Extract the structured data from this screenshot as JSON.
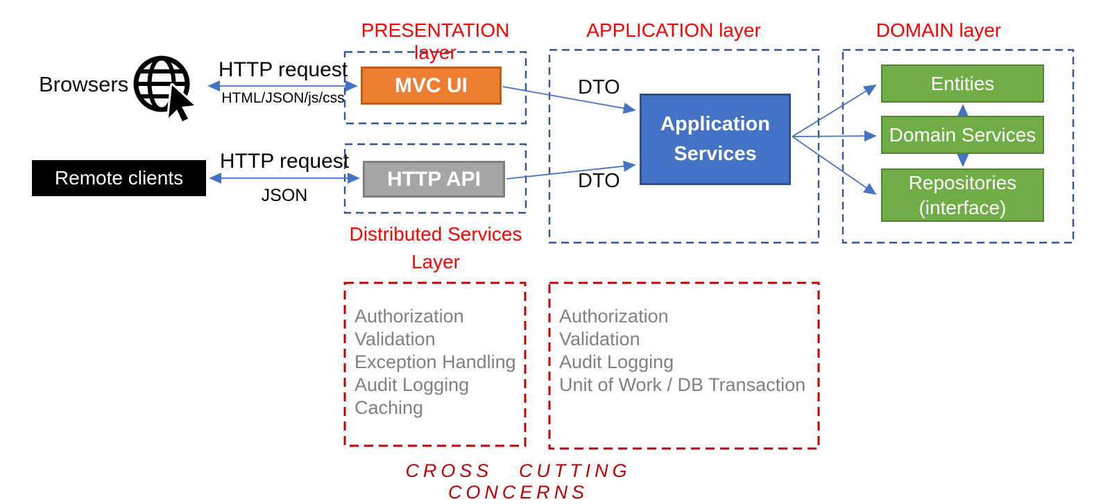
{
  "diagram": {
    "clients": {
      "browsers": "Browsers",
      "remote_clients": "Remote clients"
    },
    "flows": {
      "browser_request": "HTTP request",
      "browser_payload": "HTML/JSON/js/css",
      "remote_request": "HTTP request",
      "remote_payload": "JSON",
      "dto_top": "DTO",
      "dto_bottom": "DTO"
    },
    "presentation": {
      "title": "PRESENTATION layer",
      "component": "MVC UI"
    },
    "distributed": {
      "title": "Distributed Services\nLayer",
      "component": "HTTP API"
    },
    "application": {
      "title": "APPLICATION layer",
      "component": "Application\nServices"
    },
    "domain": {
      "title": "DOMAIN layer",
      "components": [
        "Entities",
        "Domain Services",
        "Repositories\n(interface)"
      ]
    },
    "cross_cutting": {
      "left_concerns": [
        "Authorization",
        "Validation",
        "Exception Handling",
        "Audit Logging",
        "Caching"
      ],
      "right_concerns": [
        "Authorization",
        "Validation",
        "Audit Logging",
        "Unit of Work / DB Transaction"
      ],
      "footer": "CROSS CUTTING CONCERNS"
    },
    "colors": {
      "layer_title_red": "#FF0000",
      "cross_cutting_red": "#C00000",
      "dashed_border_blue": "#2F5597",
      "arrow_blue": "#4472C4",
      "mvc_orange": "#ED7D31",
      "api_gray": "#A6A6A6",
      "app_services_blue": "#4472C4",
      "domain_green": "#70AD47",
      "concern_text_gray": "#808080"
    }
  }
}
